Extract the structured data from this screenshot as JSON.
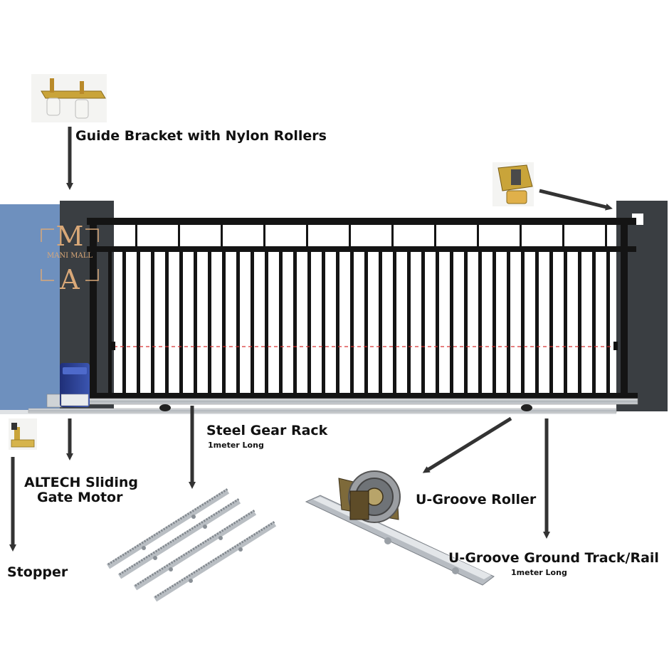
{
  "logo": {
    "letter_m": "M",
    "letter_a": "A",
    "brand": "MANI MALL"
  },
  "labels": {
    "guide_bracket": "Guide Bracket with Nylon Rollers",
    "gear_rack": "Steel Gear Rack",
    "gear_rack_note": "1meter Long",
    "motor_line1": "ALTECH Sliding",
    "motor_line2": "Gate Motor",
    "stopper": "Stopper",
    "u_roller": "U-Groove Roller",
    "track": "U-Groove Ground Track/Rail",
    "track_note": "1meter Long"
  },
  "colors": {
    "wall": "#6e90be",
    "post": "#3a3e42",
    "gate_frame": "#141414",
    "arrow": "#333333",
    "motor": "#2a3f8f",
    "metal": "#c8ccd0",
    "brass": "#c9a43a",
    "laser": "#d83030"
  }
}
